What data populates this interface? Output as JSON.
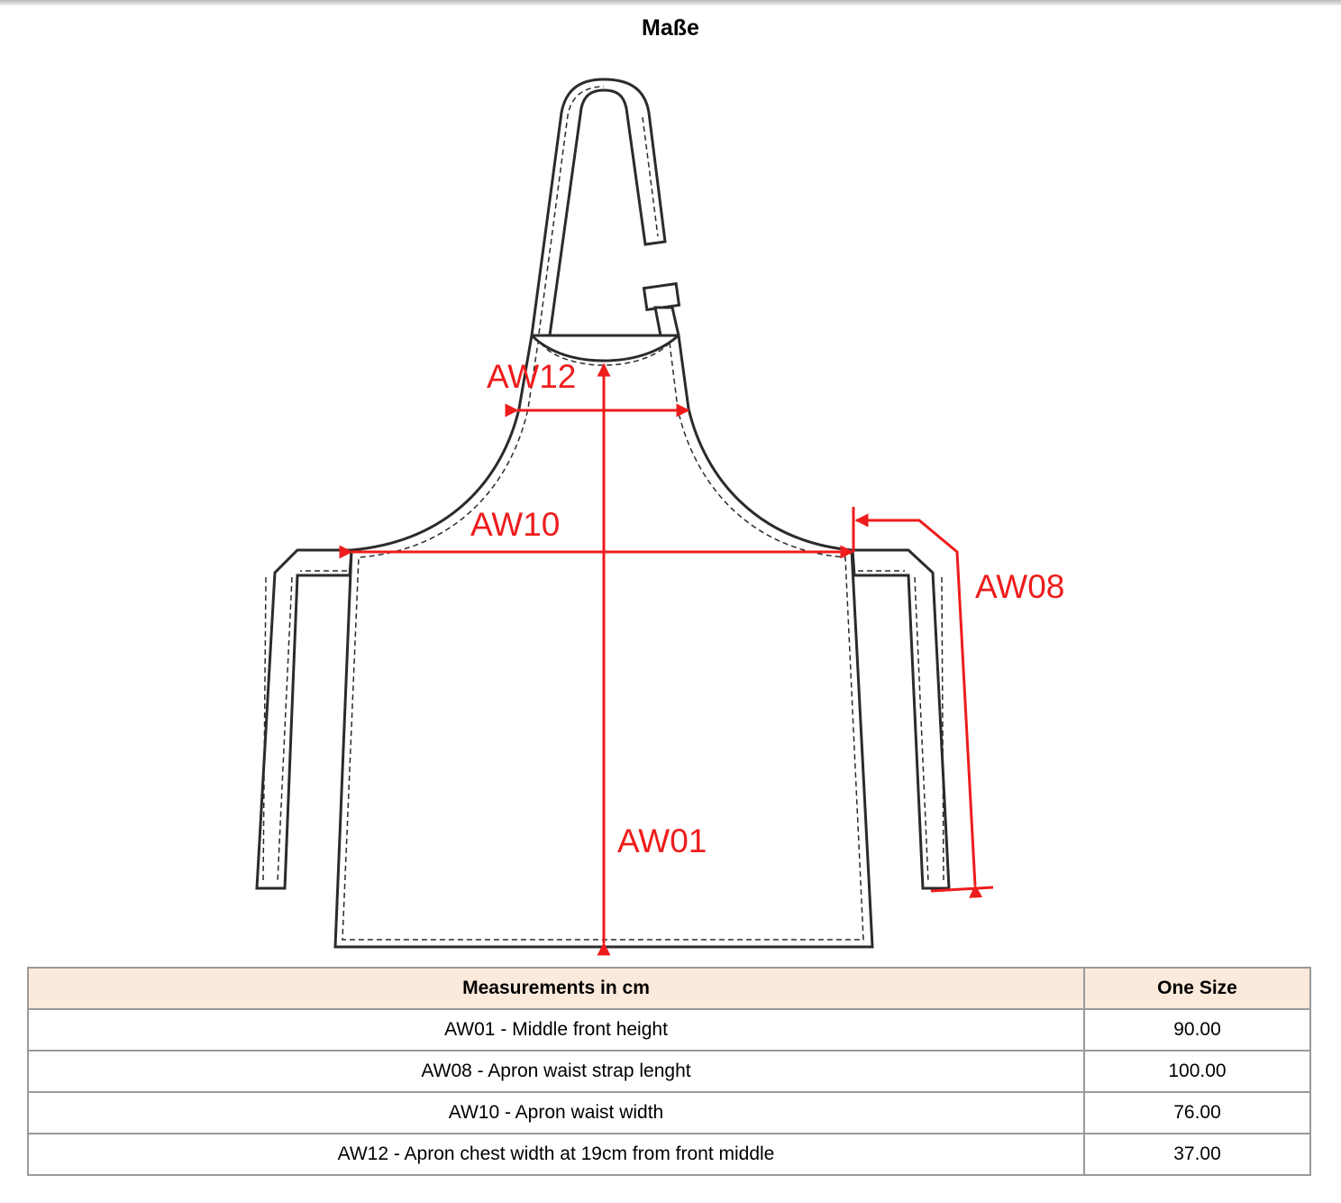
{
  "title": "Maße",
  "diagram": {
    "labels": {
      "aw12": "AW12",
      "aw10": "AW10",
      "aw08": "AW08",
      "aw01": "AW01"
    },
    "outline_color": "#2b2b2b",
    "arrow_color": "#ee1c1c"
  },
  "table": {
    "headers": [
      "Measurements in cm",
      "One Size"
    ],
    "header_bg": "#fbe9db",
    "rows": [
      {
        "measurement": "AW01 - Middle front height",
        "value": "90.00"
      },
      {
        "measurement": "AW08 - Apron waist strap lenght",
        "value": "100.00"
      },
      {
        "measurement": "AW10 - Apron waist width",
        "value": "76.00"
      },
      {
        "measurement": "AW12 - Apron chest width at 19cm from front middle",
        "value": "37.00"
      }
    ]
  }
}
